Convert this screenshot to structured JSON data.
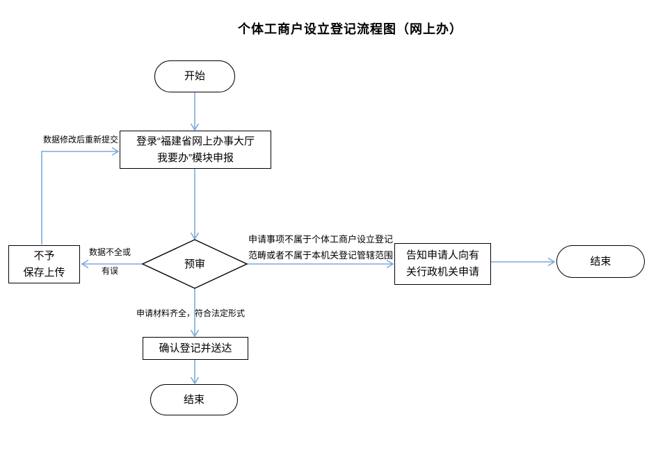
{
  "title": "个体工商户设立登记流程图（网上办）",
  "colors": {
    "connector": "#7ca8dc",
    "shape_border": "#000000",
    "background": "#ffffff",
    "text": "#000000"
  },
  "nodes": {
    "start": {
      "label": "开始",
      "type": "terminator"
    },
    "login": {
      "line1": "登录“福建省网上办事大厅",
      "line2": "我要办”模块申报",
      "type": "process"
    },
    "review": {
      "label": "预审",
      "type": "decision"
    },
    "no_save": {
      "line1": "不予",
      "line2": "保存上传",
      "type": "process"
    },
    "notify": {
      "line1": "告知申请人向有",
      "line2": "关行政机关申请",
      "type": "process"
    },
    "end_right": {
      "label": "结束",
      "type": "terminator"
    },
    "confirm": {
      "label": "确认登记并送达",
      "type": "process"
    },
    "end_bottom": {
      "label": "结束",
      "type": "terminator"
    }
  },
  "edge_labels": {
    "resubmit": "数据修改后重新提交",
    "incomplete_line1": "数据不全或",
    "incomplete_line2": "有误",
    "not_scope_line1": "申请事项不属于个体工商户设立登记",
    "not_scope_line2": "范畴或者不属于本机关登记管辖范围",
    "materials_ok": "申请材料齐全，符合法定形式"
  }
}
